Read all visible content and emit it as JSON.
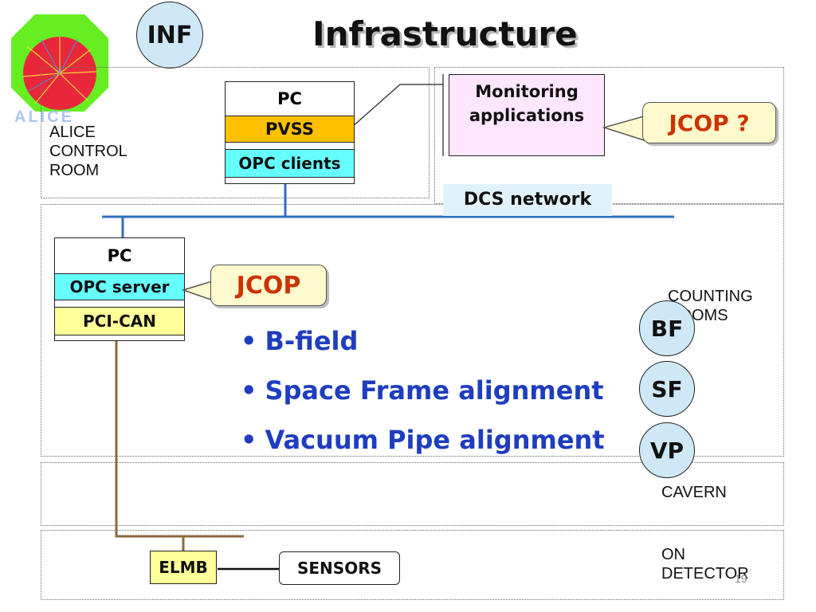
{
  "title": "Infrastructure",
  "badge_inf": "INF",
  "logo": {
    "text": "ALICE",
    "icon": "alice-collision-logo"
  },
  "zones": {
    "control_room": "ALICE\nCONTROL\nROOM",
    "counting_rooms": "COUNTING\nROOMS",
    "cavern": "CAVERN",
    "on_detector": "ON\nDETECTOR"
  },
  "pc_control": {
    "title": "PC",
    "pvss": "PVSS",
    "opc_clients": "OPC clients"
  },
  "monitoring": "Monitoring\napplications",
  "callout_jcop_question": "JCOP ?",
  "network_label": "DCS network",
  "pc_counting": {
    "title": "PC",
    "opc_server": "OPC server",
    "pci_can": "PCI-CAN"
  },
  "callout_jcop": "JCOP",
  "bullets": [
    "B-field",
    "Space Frame alignment",
    "Vacuum Pipe alignment"
  ],
  "circles": {
    "bf": "BF",
    "sf": "SF",
    "vp": "VP"
  },
  "elmb": "ELMB",
  "sensors": "SENSORS",
  "page_number": "19",
  "colors": {
    "network_line": "#2e6fbf",
    "can_line": "#8b6a3e",
    "pvss_band": "#ffc000",
    "opc_band": "#66ffff",
    "pcican_band": "#ffff99",
    "circle_fill": "#cfe8f8",
    "callout_fill": "#fffacd",
    "callout_text": "#cc3300",
    "bullet_text": "#1f3dbf",
    "monitor_fill": "#ffe6ff"
  }
}
